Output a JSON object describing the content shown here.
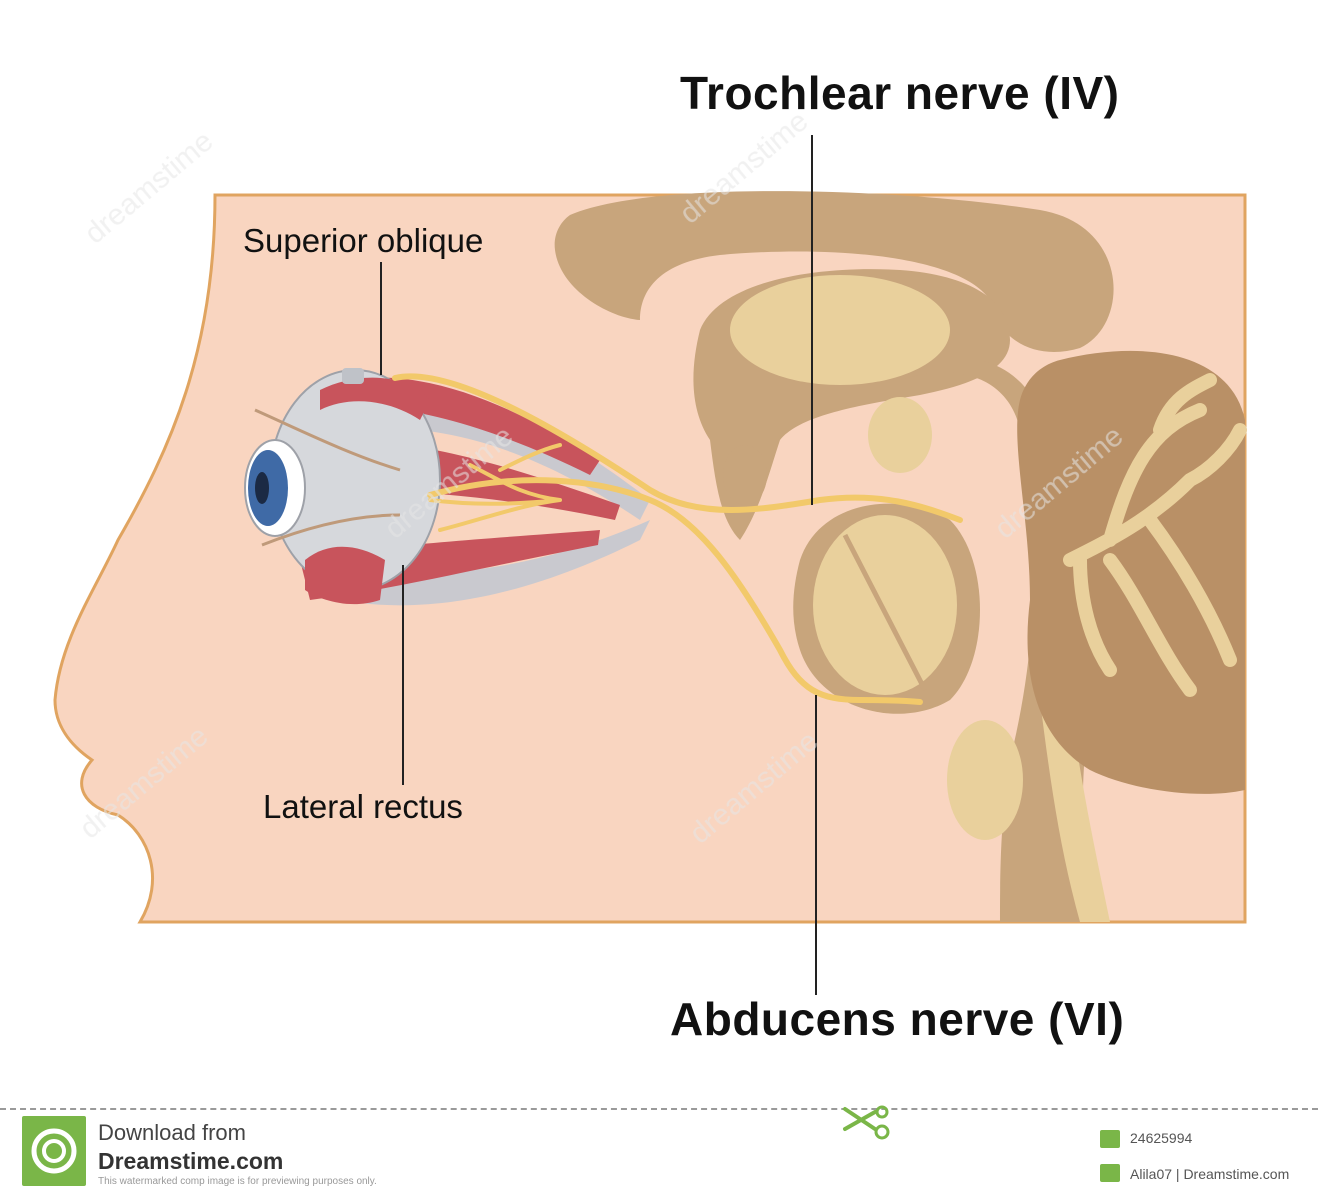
{
  "labels": {
    "trochlear": "Trochlear nerve (IV)",
    "superior_oblique": "Superior oblique",
    "lateral_rectus": "Lateral rectus",
    "abducens": "Abducens nerve (VI)"
  },
  "watermark": {
    "text": "dreamstime",
    "download_line": "Download from",
    "site": "Dreamstime.com",
    "notice": "This watermarked comp image is for previewing purposes only.",
    "image_id": "24625994",
    "author": "Alila07 | Dreamstime.com"
  },
  "colors": {
    "skin": "#f9d5c0",
    "brain": "#c8a57c",
    "brain_light": "#e9d09c",
    "nerve": "#f2c96a",
    "muscle": "#c8545c",
    "accent": "#7ab648"
  }
}
